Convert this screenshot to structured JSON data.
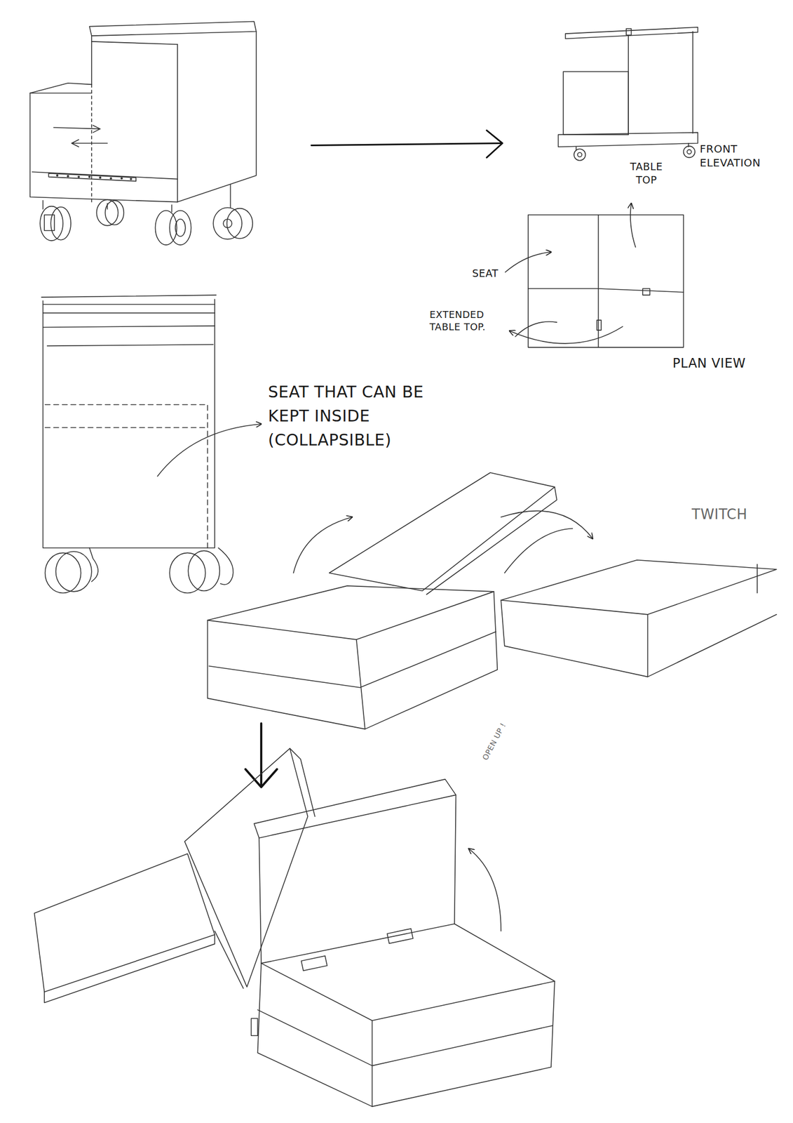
{
  "diagram": {
    "labels": [
      "FRONT ELEVATION",
      "TABLE TOP",
      "SEAT",
      "EXTENDED TABLE TOP.",
      "PLAN VIEW",
      "SEAT THAT CAN BE KEPT INSIDE (COLLAPSIBLE)",
      "TWITCH",
      "OPEN UP !"
    ]
  }
}
